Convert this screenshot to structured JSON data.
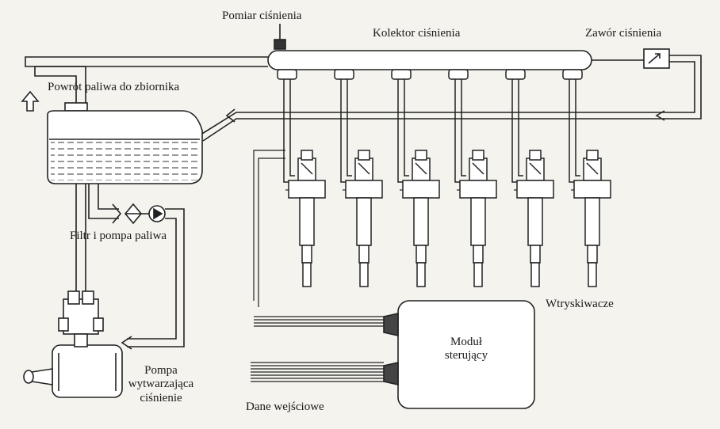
{
  "labels": {
    "pressure_measurement": "Pomiar ciśnienia",
    "pressure_rail": "Kolektor ciśnienia",
    "pressure_valve": "Zawór ciśnienia",
    "fuel_return": "Powrót paliwa do zbiornika",
    "filter_pump": "Filtr i pompa paliwa",
    "injectors": "Wtryskiwacze",
    "control_module": "Moduł\nsterujący",
    "hp_pump": "Pompa\nwytwarzająca\nciśnienie",
    "input_data": "Dane wejściowe"
  },
  "injector_count": 6,
  "colors": {
    "line": "#222222",
    "background": "#f4f3ee",
    "tank": "#ffffff",
    "sensor": "#333333"
  }
}
